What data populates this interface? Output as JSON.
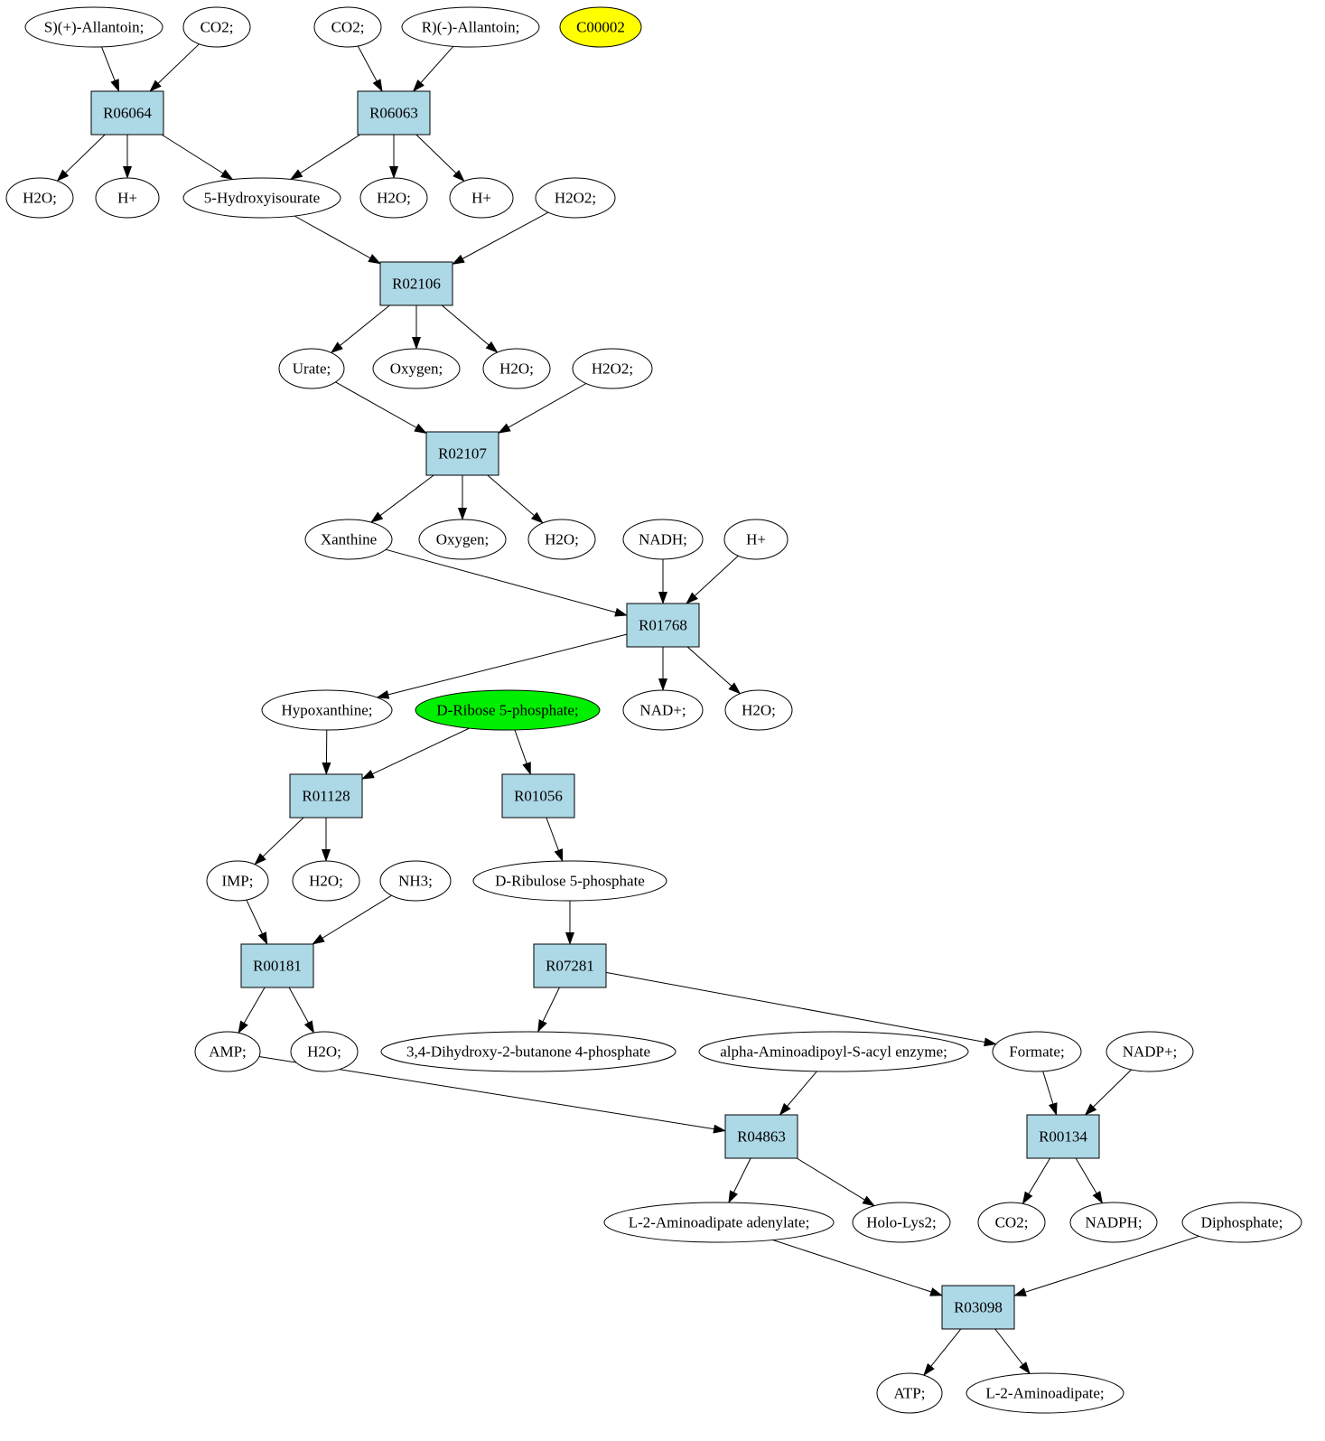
{
  "graph": {
    "colors": {
      "reaction_fill": "#add8e6",
      "compound_fill": "#ffffff",
      "highlight_yellow": "#ffff00",
      "highlight_green": "#00ee00",
      "stroke": "#000000"
    },
    "nodes": [
      {
        "id": "s_allantoin",
        "label": "S)(+)-Allantoin;",
        "kind": "compound"
      },
      {
        "id": "co2_a",
        "label": "CO2;",
        "kind": "compound"
      },
      {
        "id": "co2_b",
        "label": "CO2;",
        "kind": "compound"
      },
      {
        "id": "r_allantoin",
        "label": "R)(-)-Allantoin;",
        "kind": "compound"
      },
      {
        "id": "c00002",
        "label": "C00002",
        "kind": "compound",
        "highlight": "yellow"
      },
      {
        "id": "R06064",
        "label": "R06064",
        "kind": "reaction"
      },
      {
        "id": "R06063",
        "label": "R06063",
        "kind": "reaction"
      },
      {
        "id": "h2o_a",
        "label": "H2O;",
        "kind": "compound"
      },
      {
        "id": "hplus_a",
        "label": "H+",
        "kind": "compound"
      },
      {
        "id": "hydroxyisourate",
        "label": "5-Hydroxyisourate",
        "kind": "compound"
      },
      {
        "id": "h2o_b",
        "label": "H2O;",
        "kind": "compound"
      },
      {
        "id": "hplus_b",
        "label": "H+",
        "kind": "compound"
      },
      {
        "id": "h2o2_a",
        "label": "H2O2;",
        "kind": "compound"
      },
      {
        "id": "R02106",
        "label": "R02106",
        "kind": "reaction"
      },
      {
        "id": "urate",
        "label": "Urate;",
        "kind": "compound"
      },
      {
        "id": "oxygen_a",
        "label": "Oxygen;",
        "kind": "compound"
      },
      {
        "id": "h2o_c",
        "label": "H2O;",
        "kind": "compound"
      },
      {
        "id": "h2o2_b",
        "label": "H2O2;",
        "kind": "compound"
      },
      {
        "id": "R02107",
        "label": "R02107",
        "kind": "reaction"
      },
      {
        "id": "xanthine",
        "label": "Xanthine",
        "kind": "compound"
      },
      {
        "id": "oxygen_b",
        "label": "Oxygen;",
        "kind": "compound"
      },
      {
        "id": "h2o_d",
        "label": "H2O;",
        "kind": "compound"
      },
      {
        "id": "nadh",
        "label": "NADH;",
        "kind": "compound"
      },
      {
        "id": "hplus_c",
        "label": "H+",
        "kind": "compound"
      },
      {
        "id": "R01768",
        "label": "R01768",
        "kind": "reaction"
      },
      {
        "id": "hypoxanthine",
        "label": "Hypoxanthine;",
        "kind": "compound"
      },
      {
        "id": "ribose5p",
        "label": "D-Ribose 5-phosphate;",
        "kind": "compound",
        "highlight": "green"
      },
      {
        "id": "nadplus",
        "label": "NAD+;",
        "kind": "compound"
      },
      {
        "id": "h2o_e",
        "label": "H2O;",
        "kind": "compound"
      },
      {
        "id": "R01128",
        "label": "R01128",
        "kind": "reaction"
      },
      {
        "id": "R01056",
        "label": "R01056",
        "kind": "reaction"
      },
      {
        "id": "imp",
        "label": "IMP;",
        "kind": "compound"
      },
      {
        "id": "h2o_f",
        "label": "H2O;",
        "kind": "compound"
      },
      {
        "id": "nh3",
        "label": "NH3;",
        "kind": "compound"
      },
      {
        "id": "ribulose5p",
        "label": "D-Ribulose 5-phosphate",
        "kind": "compound"
      },
      {
        "id": "R00181",
        "label": "R00181",
        "kind": "reaction"
      },
      {
        "id": "R07281",
        "label": "R07281",
        "kind": "reaction"
      },
      {
        "id": "amp",
        "label": "AMP;",
        "kind": "compound"
      },
      {
        "id": "h2o_g",
        "label": "H2O;",
        "kind": "compound"
      },
      {
        "id": "dhbp",
        "label": "3,4-Dihydroxy-2-butanone 4-phosphate",
        "kind": "compound"
      },
      {
        "id": "aminoadipoyl",
        "label": "alpha-Aminoadipoyl-S-acyl enzyme;",
        "kind": "compound"
      },
      {
        "id": "formate",
        "label": "Formate;",
        "kind": "compound"
      },
      {
        "id": "nadpplus",
        "label": "NADP+;",
        "kind": "compound"
      },
      {
        "id": "R04863",
        "label": "R04863",
        "kind": "reaction"
      },
      {
        "id": "R00134",
        "label": "R00134",
        "kind": "reaction"
      },
      {
        "id": "aminoadipate_adenylate",
        "label": "L-2-Aminoadipate adenylate;",
        "kind": "compound"
      },
      {
        "id": "holo_lys2",
        "label": "Holo-Lys2;",
        "kind": "compound"
      },
      {
        "id": "co2_c",
        "label": "CO2;",
        "kind": "compound"
      },
      {
        "id": "nadph",
        "label": "NADPH;",
        "kind": "compound"
      },
      {
        "id": "diphosphate",
        "label": "Diphosphate;",
        "kind": "compound"
      },
      {
        "id": "R03098",
        "label": "R03098",
        "kind": "reaction"
      },
      {
        "id": "atp",
        "label": "ATP;",
        "kind": "compound"
      },
      {
        "id": "aminoadipate",
        "label": "L-2-Aminoadipate;",
        "kind": "compound"
      }
    ],
    "edges": [
      {
        "from": "s_allantoin",
        "to": "R06064"
      },
      {
        "from": "co2_a",
        "to": "R06064"
      },
      {
        "from": "co2_b",
        "to": "R06063"
      },
      {
        "from": "r_allantoin",
        "to": "R06063"
      },
      {
        "from": "R06064",
        "to": "h2o_a"
      },
      {
        "from": "R06064",
        "to": "hplus_a"
      },
      {
        "from": "R06064",
        "to": "hydroxyisourate"
      },
      {
        "from": "R06063",
        "to": "hydroxyisourate"
      },
      {
        "from": "R06063",
        "to": "h2o_b"
      },
      {
        "from": "R06063",
        "to": "hplus_b"
      },
      {
        "from": "hydroxyisourate",
        "to": "R02106"
      },
      {
        "from": "h2o2_a",
        "to": "R02106"
      },
      {
        "from": "R02106",
        "to": "urate"
      },
      {
        "from": "R02106",
        "to": "oxygen_a"
      },
      {
        "from": "R02106",
        "to": "h2o_c"
      },
      {
        "from": "urate",
        "to": "R02107"
      },
      {
        "from": "h2o2_b",
        "to": "R02107"
      },
      {
        "from": "R02107",
        "to": "xanthine"
      },
      {
        "from": "R02107",
        "to": "oxygen_b"
      },
      {
        "from": "R02107",
        "to": "h2o_d"
      },
      {
        "from": "xanthine",
        "to": "R01768"
      },
      {
        "from": "nadh",
        "to": "R01768"
      },
      {
        "from": "hplus_c",
        "to": "R01768"
      },
      {
        "from": "R01768",
        "to": "hypoxanthine"
      },
      {
        "from": "R01768",
        "to": "nadplus"
      },
      {
        "from": "R01768",
        "to": "h2o_e"
      },
      {
        "from": "hypoxanthine",
        "to": "R01128"
      },
      {
        "from": "ribose5p",
        "to": "R01128"
      },
      {
        "from": "ribose5p",
        "to": "R01056"
      },
      {
        "from": "R01128",
        "to": "imp"
      },
      {
        "from": "R01128",
        "to": "h2o_f"
      },
      {
        "from": "R01056",
        "to": "ribulose5p"
      },
      {
        "from": "imp",
        "to": "R00181"
      },
      {
        "from": "nh3",
        "to": "R00181"
      },
      {
        "from": "ribulose5p",
        "to": "R07281"
      },
      {
        "from": "R00181",
        "to": "amp"
      },
      {
        "from": "R00181",
        "to": "h2o_g"
      },
      {
        "from": "R07281",
        "to": "dhbp"
      },
      {
        "from": "R07281",
        "to": "formate"
      },
      {
        "from": "amp",
        "to": "R04863"
      },
      {
        "from": "aminoadipoyl",
        "to": "R04863"
      },
      {
        "from": "formate",
        "to": "R00134"
      },
      {
        "from": "nadpplus",
        "to": "R00134"
      },
      {
        "from": "R04863",
        "to": "aminoadipate_adenylate"
      },
      {
        "from": "R04863",
        "to": "holo_lys2"
      },
      {
        "from": "R00134",
        "to": "co2_c"
      },
      {
        "from": "R00134",
        "to": "nadph"
      },
      {
        "from": "aminoadipate_adenylate",
        "to": "R03098"
      },
      {
        "from": "diphosphate",
        "to": "R03098"
      },
      {
        "from": "R03098",
        "to": "atp"
      },
      {
        "from": "R03098",
        "to": "aminoadipate"
      }
    ]
  }
}
